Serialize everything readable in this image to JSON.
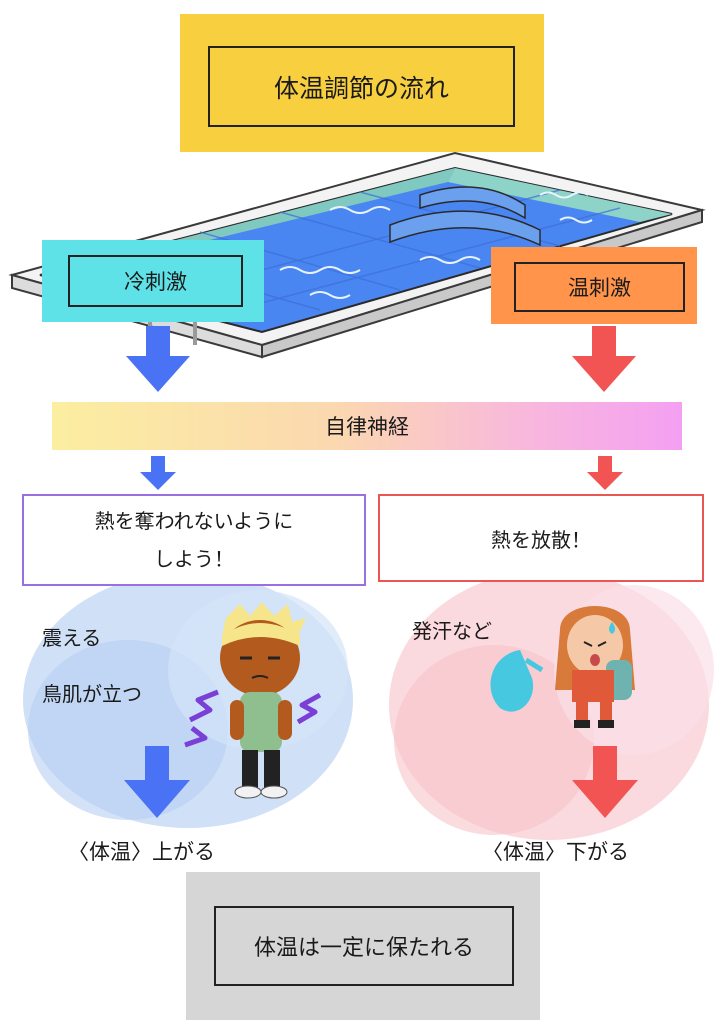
{
  "title": "体温調節の流れ",
  "stimuli": {
    "cold": "冷刺激",
    "hot": "温刺激"
  },
  "nerve": "自律神経",
  "cold_side": {
    "message": [
      "熱を奪われないように",
      "しよう！"
    ],
    "reactions": [
      "震える",
      "鳥肌が立つ"
    ],
    "result": "〈体温〉上がる"
  },
  "hot_side": {
    "message": "熱を放散！",
    "reactions": [
      "発汗など"
    ],
    "result": "〈体温〉下がる"
  },
  "conclusion": "体温は一定に保たれる",
  "colors": {
    "title_bg": "#f7cf3f",
    "cold_bg": "#5ee2e7",
    "hot_bg": "#ff944a",
    "cold_arrow": "#4a72f5",
    "hot_arrow": "#f25353",
    "footer_bg": "#d6d6d6"
  }
}
